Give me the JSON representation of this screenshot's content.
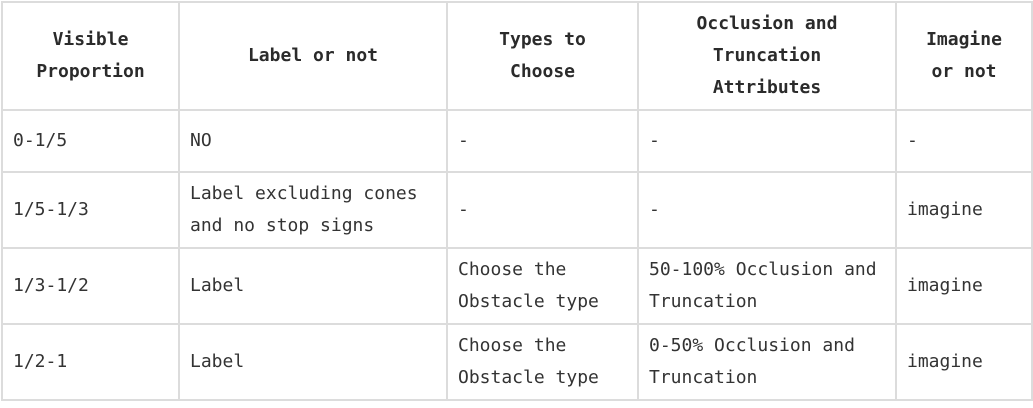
{
  "table": {
    "headers": [
      "Visible Proportion",
      "Label or not",
      "Types to Choose",
      "Occlusion and Truncation Attributes",
      "Imagine or not"
    ],
    "rows": [
      [
        "0-1/5",
        "NO",
        "-",
        "-",
        "-"
      ],
      [
        "1/5-1/3",
        "Label excluding cones and no stop signs",
        "-",
        "-",
        "imagine"
      ],
      [
        "1/3-1/2",
        "Label",
        "Choose the Obstacle type",
        "50-100% Occlusion and Truncation",
        "imagine"
      ],
      [
        "1/2-1",
        "Label",
        "Choose the Obstacle type",
        "0-50% Occlusion and Truncation",
        "imagine"
      ]
    ]
  }
}
